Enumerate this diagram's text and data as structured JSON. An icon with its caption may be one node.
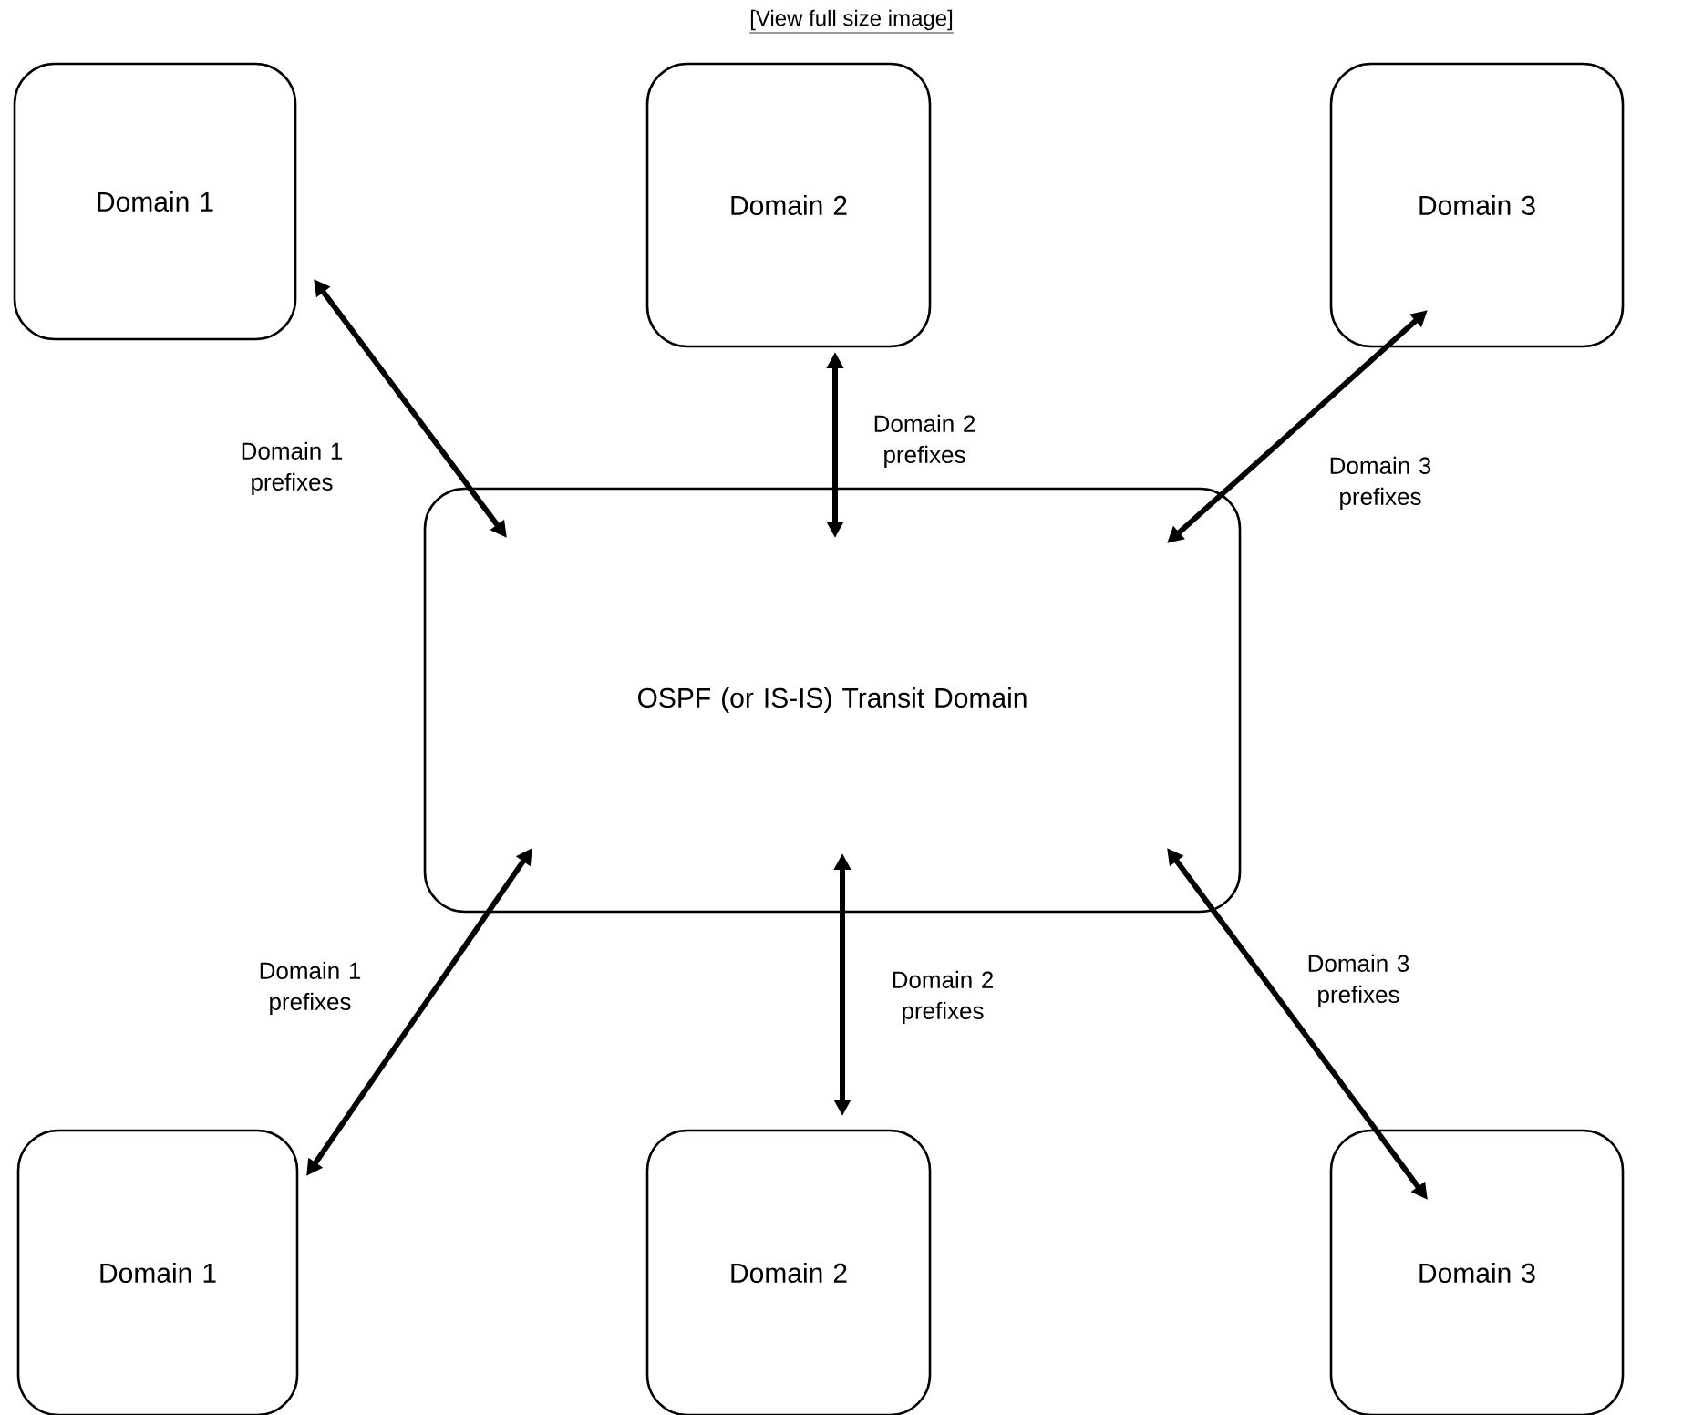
{
  "diagram": {
    "nodes": [
      {
        "text": [
          "Domain 1"
        ]
      },
      {
        "text": [
          "Domain 2"
        ]
      },
      {
        "text": [
          "Domain 3"
        ]
      },
      {
        "text": [
          "OSPF (or IS-IS) Transit Domain"
        ]
      },
      {
        "text": [
          "Domain 1"
        ]
      },
      {
        "text": [
          "Domain 2"
        ]
      },
      {
        "text": [
          "Domain 3"
        ]
      }
    ],
    "edges": [
      {
        "from": 0,
        "to": 3,
        "arrow": "both",
        "label": "Domain 1 prefixes"
      },
      {
        "from": 1,
        "to": 3,
        "arrow": "both",
        "label": "Domain 2 prefixes"
      },
      {
        "from": 2,
        "to": 3,
        "arrow": "both",
        "label": "Domain 3 prefixes"
      },
      {
        "from": 3,
        "to": 4,
        "arrow": "both",
        "label": "Domain 1 prefixes"
      },
      {
        "from": 3,
        "to": 5,
        "arrow": "both",
        "label": "Domain 2 prefixes"
      },
      {
        "from": 3,
        "to": 6,
        "arrow": "both",
        "label": "Domain 3 prefixes"
      }
    ],
    "labels": [
      "[View full size image]"
    ]
  }
}
